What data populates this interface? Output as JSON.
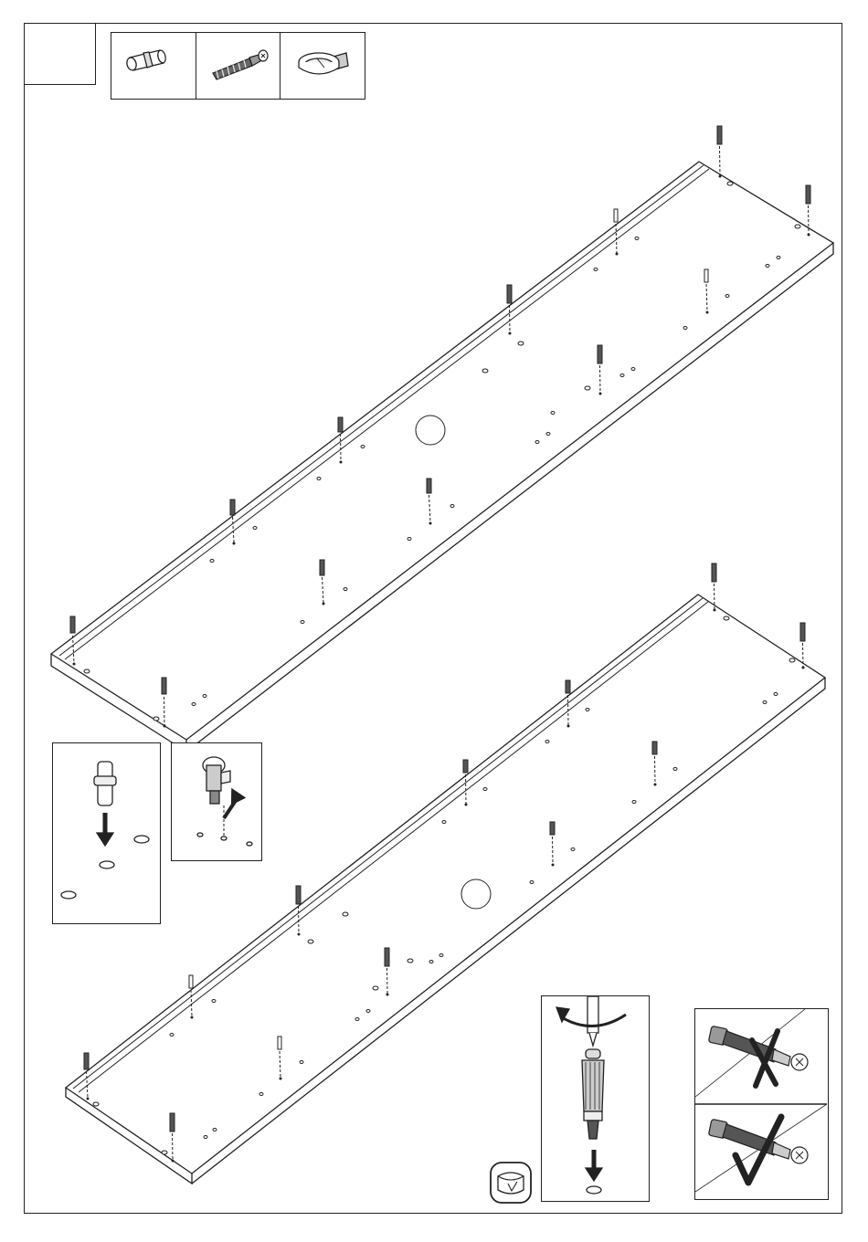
{
  "step": {
    "number": ""
  },
  "parts": [
    {
      "name": "wooden-dowel-icon"
    },
    {
      "name": "cam-bolt-icon"
    },
    {
      "name": "cam-lock-icon"
    }
  ],
  "panels": [
    {
      "name": "upper-shelf-panel"
    },
    {
      "name": "lower-shelf-panel"
    }
  ],
  "details": [
    {
      "name": "dowel-insertion-detail"
    },
    {
      "name": "cam-lock-insertion-detail"
    },
    {
      "name": "cam-bolt-screwing-detail"
    },
    {
      "name": "wrong-right-orientation-detail"
    }
  ],
  "colors": {
    "line": "#222222",
    "background": "#ffffff",
    "hardware": "#444444"
  }
}
